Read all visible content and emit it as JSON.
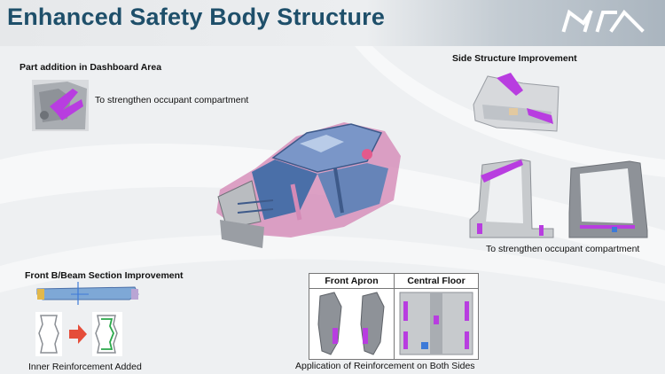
{
  "title": "Enhanced Safety Body Structure",
  "logo_text": "KIA",
  "colors": {
    "title": "#1e4f6a",
    "highlight": "#b83de0",
    "body_blue": "#4a6fa8",
    "body_pink": "#d48ab6"
  },
  "sections": {
    "dashboard": {
      "heading": "Part addition in Dashboard Area",
      "caption": "To strengthen occupant compartment"
    },
    "side_structure": {
      "heading": "Side Structure Improvement",
      "caption": "To strengthen occupant compartment"
    },
    "front_beam": {
      "heading": "Front B/Beam Section Improvement",
      "caption": "Inner Reinforcement Added"
    },
    "reinforcement": {
      "col1": "Front Apron",
      "col2": "Central Floor",
      "caption": "Application of Reinforcement on Both Sides"
    }
  }
}
